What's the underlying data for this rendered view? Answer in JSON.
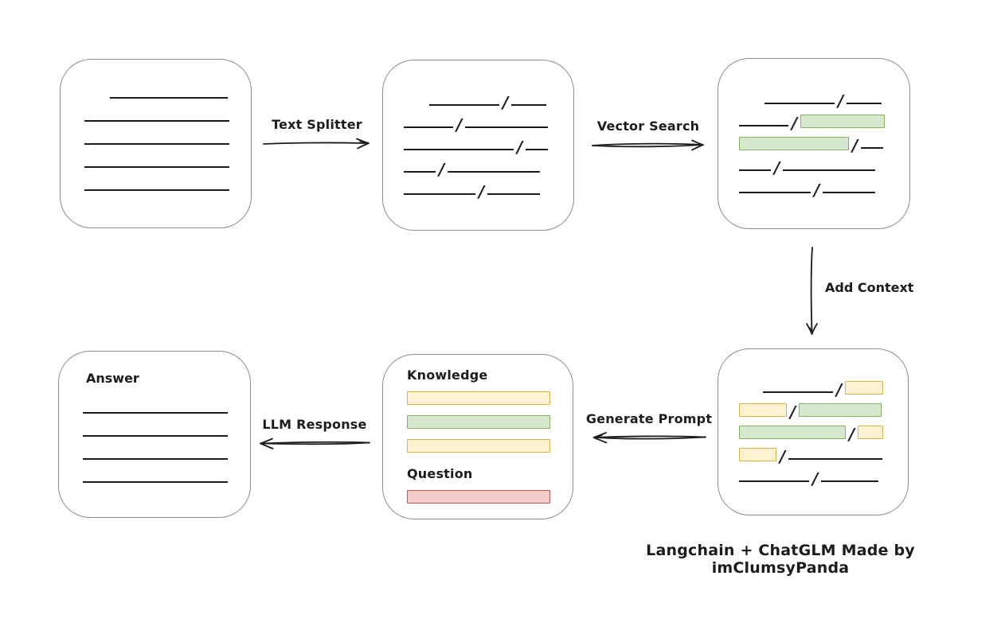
{
  "colors": {
    "ink": "#1c1c1c",
    "box_border": "#8c8c8c",
    "yellow_fill": "#FDF3D2",
    "yellow_border": "#D8B44C",
    "green_fill": "#D6E8CE",
    "green_border": "#82B05E",
    "red_fill": "#F5CCCA",
    "red_border": "#BC5B57"
  },
  "labels": {
    "text_splitter": "Text Splitter",
    "vector_search": "Vector Search",
    "add_context": "Add Context",
    "generate_prompt": "Generate Prompt",
    "llm_response": "LLM Response"
  },
  "attribution": "Langchain + ChatGLM Made by imClumsyPanda",
  "nodes": {
    "document": {
      "lines": [
        {
          "indent": 32,
          "w": 148
        },
        {
          "indent": 0,
          "w": 182
        },
        {
          "indent": 0,
          "w": 182
        },
        {
          "indent": 0,
          "w": 182
        },
        {
          "indent": 0,
          "w": 182
        }
      ]
    },
    "chunks": {
      "rows": [
        {
          "indent": 32,
          "segments": [
            {
              "t": "line",
              "w": 88
            },
            {
              "t": "line",
              "w": 44
            }
          ]
        },
        {
          "indent": 0,
          "segments": [
            {
              "t": "line",
              "w": 62
            },
            {
              "t": "line",
              "w": 104
            }
          ]
        },
        {
          "indent": 0,
          "segments": [
            {
              "t": "line",
              "w": 138
            },
            {
              "t": "line",
              "w": 28
            }
          ]
        },
        {
          "indent": 0,
          "segments": [
            {
              "t": "line",
              "w": 40
            },
            {
              "t": "line",
              "w": 116
            }
          ]
        },
        {
          "indent": 0,
          "segments": [
            {
              "t": "line",
              "w": 90
            },
            {
              "t": "line",
              "w": 66
            }
          ]
        }
      ]
    },
    "vectors": {
      "rows": [
        {
          "indent": 32,
          "segments": [
            {
              "t": "line",
              "w": 88
            },
            {
              "t": "line",
              "w": 44
            }
          ]
        },
        {
          "indent": 0,
          "segments": [
            {
              "t": "line",
              "w": 62
            },
            {
              "t": "green",
              "w": 106
            }
          ]
        },
        {
          "indent": 0,
          "segments": [
            {
              "t": "green",
              "w": 138
            },
            {
              "t": "line",
              "w": 28
            }
          ]
        },
        {
          "indent": 0,
          "segments": [
            {
              "t": "line",
              "w": 40
            },
            {
              "t": "line",
              "w": 116
            }
          ]
        },
        {
          "indent": 0,
          "segments": [
            {
              "t": "line",
              "w": 90
            },
            {
              "t": "line",
              "w": 66
            }
          ]
        }
      ]
    },
    "context": {
      "rows": [
        {
          "indent": 30,
          "segments": [
            {
              "t": "line",
              "w": 88
            },
            {
              "t": "yellow",
              "w": 48
            }
          ]
        },
        {
          "indent": 0,
          "segments": [
            {
              "t": "yellow",
              "w": 60
            },
            {
              "t": "green",
              "w": 104
            }
          ]
        },
        {
          "indent": 0,
          "segments": [
            {
              "t": "green",
              "w": 134
            },
            {
              "t": "yellow",
              "w": 32
            }
          ]
        },
        {
          "indent": 0,
          "segments": [
            {
              "t": "yellow",
              "w": 47
            },
            {
              "t": "line",
              "w": 118
            }
          ]
        },
        {
          "indent": 0,
          "segments": [
            {
              "t": "line",
              "w": 88
            },
            {
              "t": "line",
              "w": 72
            }
          ]
        }
      ]
    },
    "prompt": {
      "knowledge_label": "Knowledge",
      "question_label": "Question",
      "knowledge_bars": [
        "yellow",
        "green",
        "yellow"
      ],
      "question_bars": [
        "red"
      ]
    },
    "answer": {
      "label": "Answer",
      "lines": [
        {
          "indent": 0,
          "w": 182
        },
        {
          "indent": 0,
          "w": 182
        },
        {
          "indent": 0,
          "w": 182
        },
        {
          "indent": 0,
          "w": 182
        }
      ]
    }
  }
}
